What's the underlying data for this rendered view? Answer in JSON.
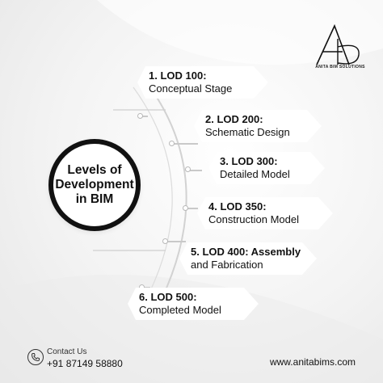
{
  "brand": {
    "logo_text": "ANITA BIM SOLUTIONS"
  },
  "center": {
    "title": "Levels of Development in BIM"
  },
  "levels": [
    {
      "line1": "1. LOD 100:",
      "line2": "Conceptual Stage"
    },
    {
      "line1": "2. LOD 200:",
      "line2": "Schematic Design"
    },
    {
      "line1": "3. LOD 300:",
      "line2": "Detailed Model"
    },
    {
      "line1": "4. LOD 350:",
      "line2": "Construction Model"
    },
    {
      "line1": "5. LOD 400: Assembly",
      "line2": "and Fabrication"
    },
    {
      "line1": "6. LOD 500:",
      "line2": "Completed Model"
    }
  ],
  "footer": {
    "contact_label": "Contact Us",
    "phone": "+91 87149 58880",
    "website": "www.anitabims.com"
  },
  "icons": {
    "phone": "phone-icon",
    "logo": "logo-mark"
  }
}
